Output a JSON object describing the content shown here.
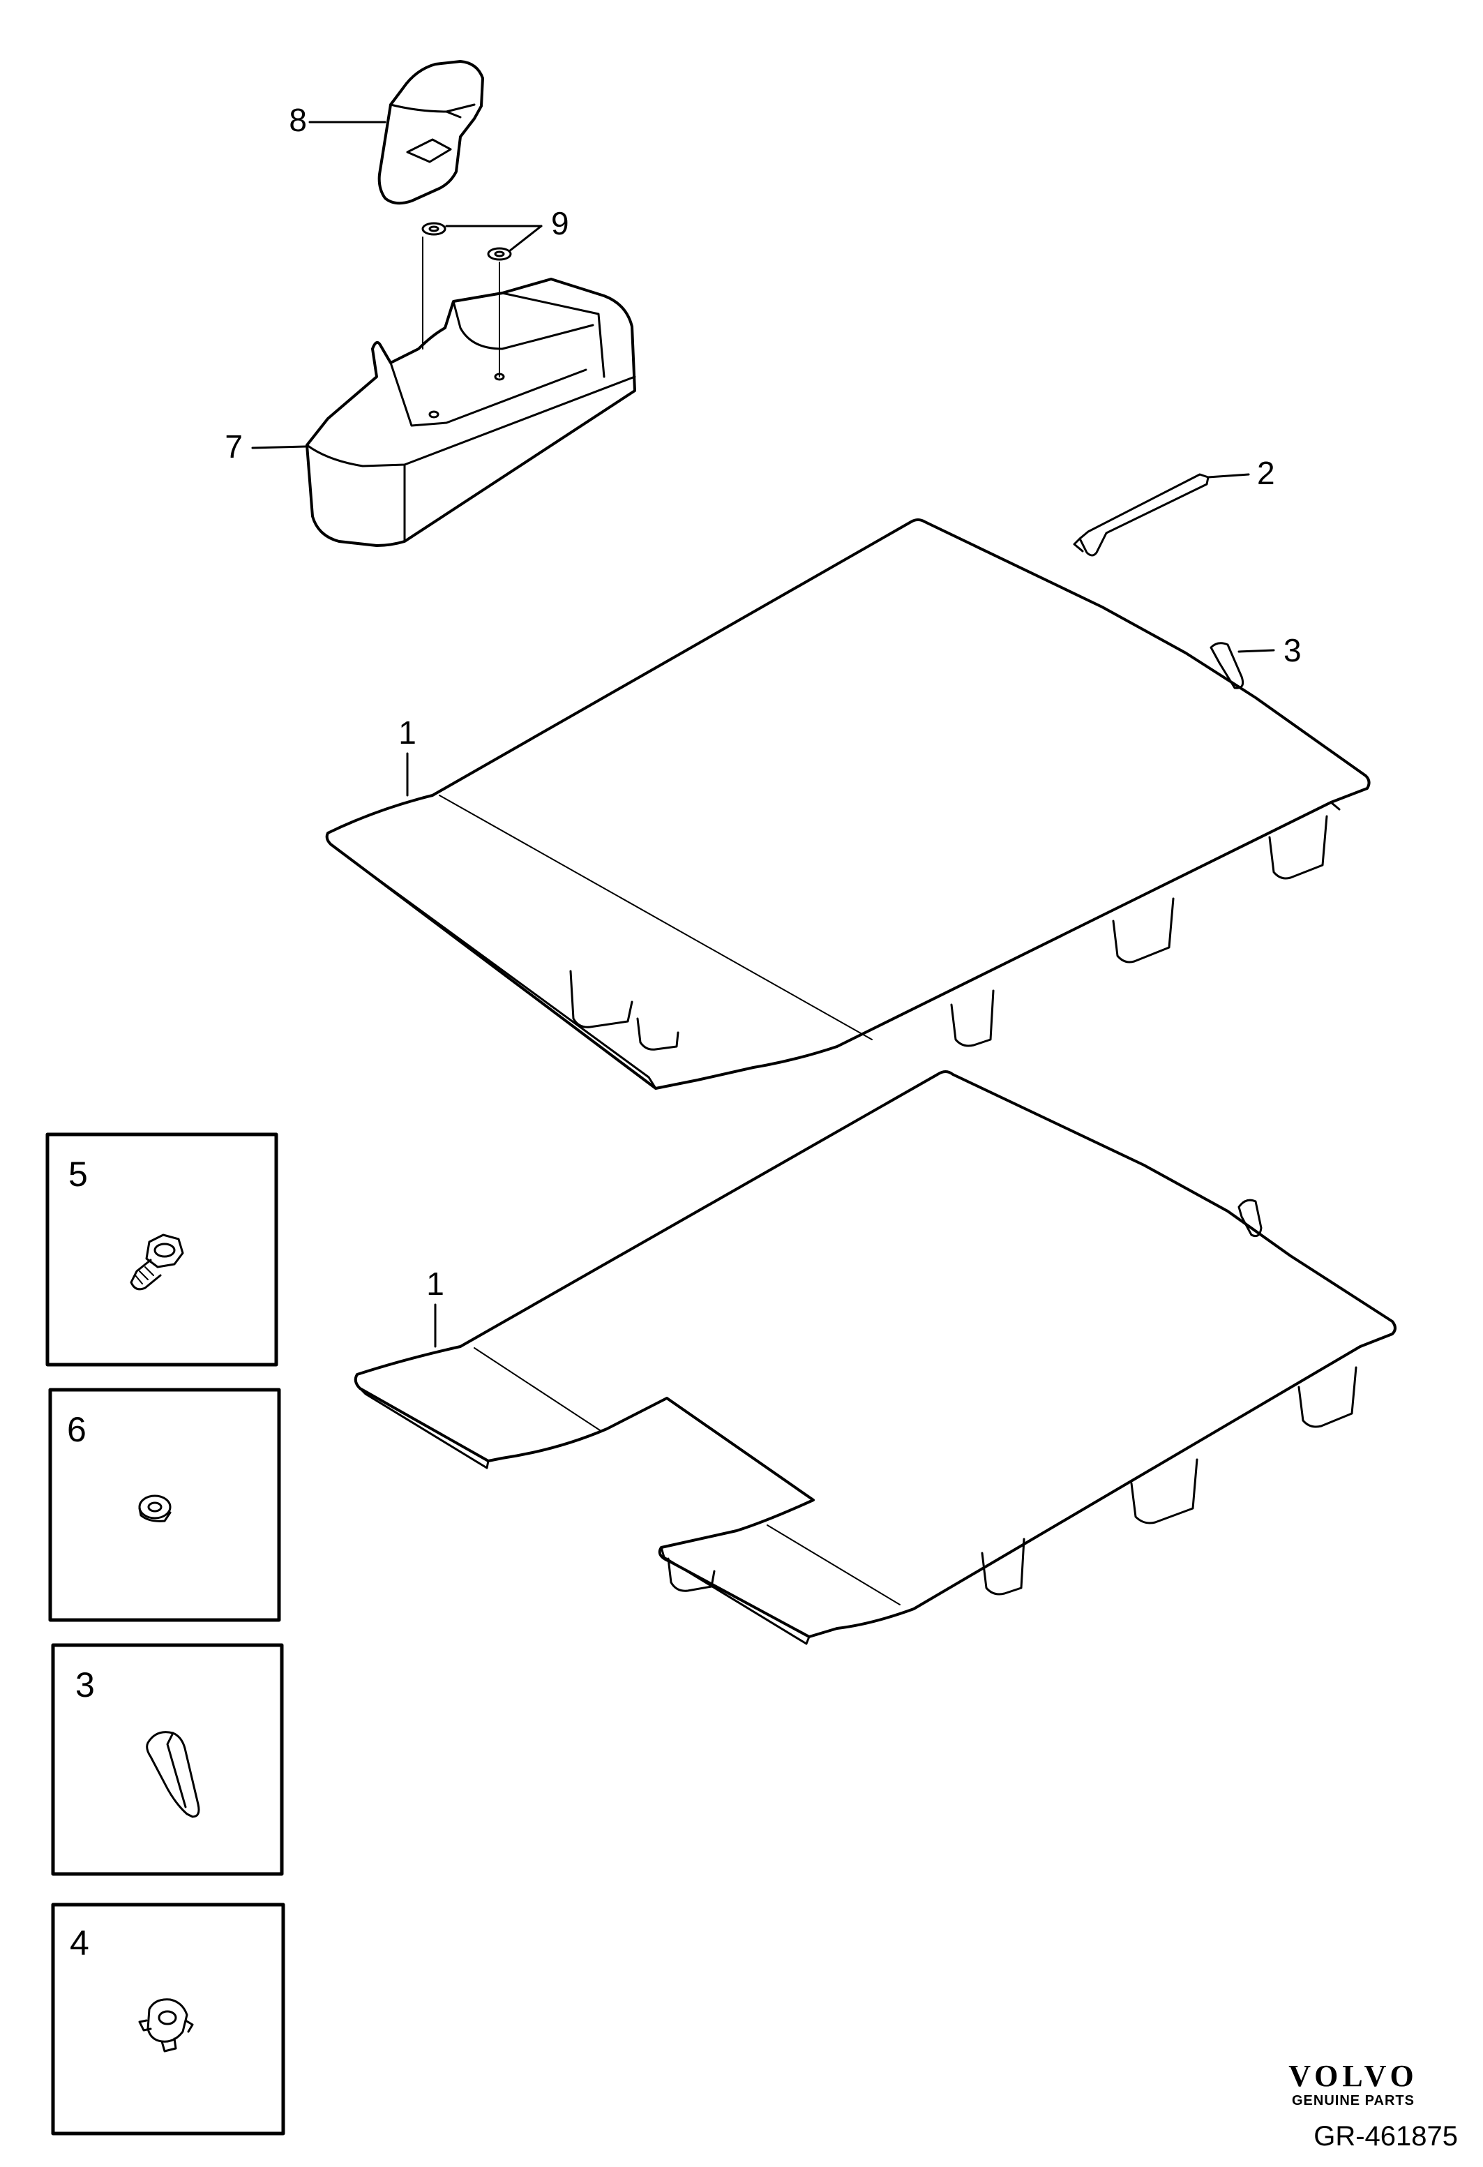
{
  "callouts": {
    "c8": "8",
    "c9": "9",
    "c7": "7",
    "c2": "2",
    "c3": "3",
    "c1a": "1",
    "c1b": "1"
  },
  "detail_boxes": [
    {
      "number": "5",
      "part_icon": "bolt-icon"
    },
    {
      "number": "6",
      "part_icon": "washer-icon"
    },
    {
      "number": "3",
      "part_icon": "clip-icon"
    },
    {
      "number": "4",
      "part_icon": "clip-nut-icon"
    }
  ],
  "brand": {
    "name": "VOLVO",
    "subtitle": "GENUINE PARTS"
  },
  "drawing_number": "GR-461875",
  "colors": {
    "line": "#000000",
    "background": "#ffffff"
  }
}
